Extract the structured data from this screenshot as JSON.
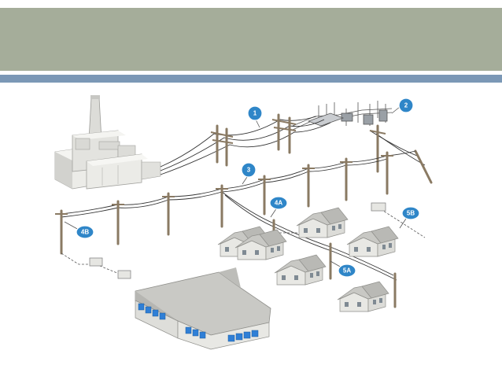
{
  "colors": {
    "header_band": "#a5ad9a",
    "header_rule": "#7b98b6",
    "badge_fill": "#2f86c8",
    "pole": "#8a7a63",
    "wire": "#333333",
    "building_wall": "#e9e9e6",
    "building_roof": "#c8c8c4",
    "window": "#2f7fd6"
  },
  "icons": {
    "power_plant": "power-plant-icon",
    "substation": "substation-icon",
    "house": "house-icon",
    "transformer": "transformer-icon",
    "factory": "factory-building-icon"
  },
  "labels": {
    "badge_1": "1",
    "badge_2": "2",
    "badge_3": "3",
    "badge_4a": "4A",
    "badge_4b": "4B",
    "badge_5a": "5A",
    "badge_5b": "5B"
  }
}
